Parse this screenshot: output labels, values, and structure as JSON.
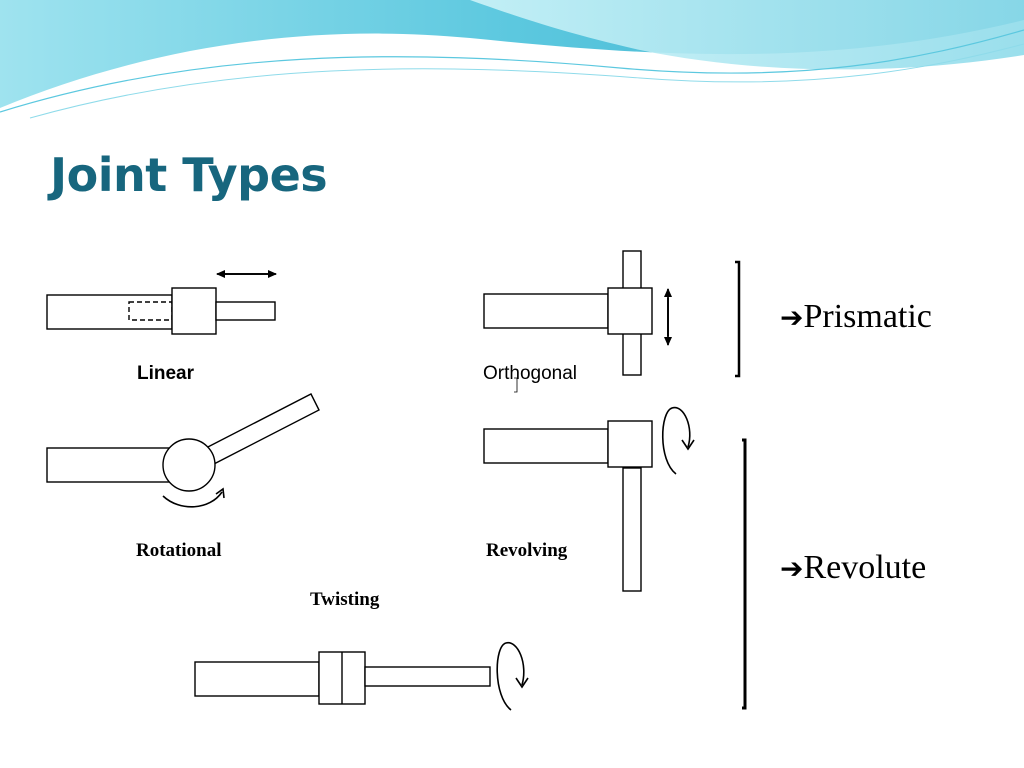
{
  "slide": {
    "title": "Joint Types",
    "labels": {
      "linear": "Linear",
      "orthogonal": "Orthogonal",
      "rotational": "Rotational",
      "revolving": "Revolving",
      "twisting": "Twisting"
    },
    "categories": {
      "prismatic": "Prismatic",
      "revolute": "Revolute",
      "arrow_glyph": "➔"
    },
    "colors": {
      "title": "#17667e",
      "wave_light": "#bfeff7",
      "wave_dark": "#4bbfd8"
    }
  }
}
